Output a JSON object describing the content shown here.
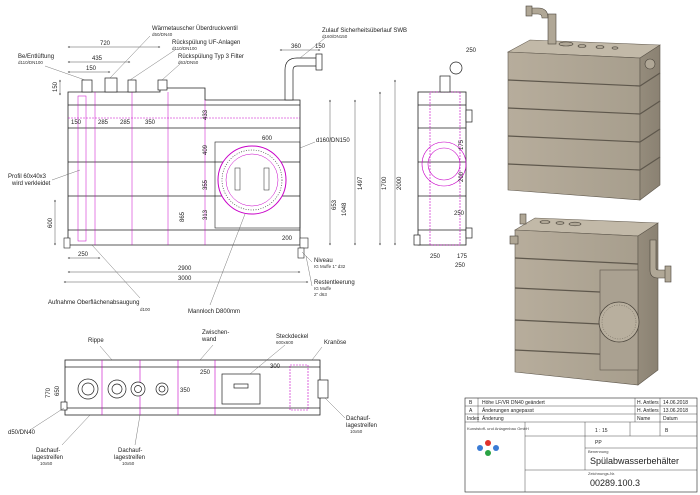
{
  "labels": {
    "waermetauscher": "Wärmetauscher Überdruckventil",
    "waermetauscher_spec": "d50/DN40",
    "rueckspuelung_uf": "Rückspülung UF-Anlagen",
    "rueckspuelung_uf_spec": "d110/DN100",
    "rueckspuelung_typ3": "Rückspülung Typ 3 Filter",
    "rueckspuelung_typ3_spec": "d63/DN50",
    "zulauf": "Zulauf Sicherheitsüberlauf SWB",
    "zulauf_spec": "d160/DN150",
    "beentlueftung": "Be/Entlüftung",
    "beentlueftung_spec": "d110/DN100",
    "profil": "Profil 60x40x3",
    "profil_2": "wird verkleidet",
    "d160": "d160/DN150",
    "niveau": "Niveau",
    "niveau_spec": "IG Muffe 1\" d32",
    "restentleerung": "Restentleerung",
    "restentleerung_spec1": "IG Muffe",
    "restentleerung_spec2": "2\" d63",
    "aufnahme": "Aufnahme Oberflächenabsaugung",
    "aufnahme_spec": "d100",
    "mannloch": "Mannloch D800mm",
    "rippe": "Rippe",
    "zwischenwand": "Zwischen-",
    "zwischenwand_2": "wand",
    "steckdeckel": "Steckdeckel",
    "steckdeckel_spec": "600x600",
    "kranoese": "Kranöse",
    "dachauf_r": "Dachauf-",
    "dachauf_r2": "lagestreifen",
    "dachauf_r_spec": "10x50",
    "d50": "d50/DN40",
    "dachauf_l": "Dachauf-",
    "dachauf_l2": "lagestreifen",
    "dachauf_l_spec": "10x50",
    "dachauf_m": "Dachauf-",
    "dachauf_m2": "lagestreifen",
    "dachauf_m_spec": "10x50"
  },
  "dims": {
    "top": [
      "720",
      "435",
      "150",
      "150",
      "360",
      "150"
    ],
    "inner": [
      "150",
      "285",
      "285",
      "350"
    ],
    "left_vert": [
      "150",
      "600"
    ],
    "front_vert": [
      "433",
      "409",
      "355",
      "313",
      "865"
    ],
    "right_vert": [
      "1497",
      "1700",
      "2000",
      "1048",
      "653",
      "250",
      "200"
    ],
    "bottom": [
      "250",
      "2900",
      "3000"
    ],
    "manhole": [
      "600",
      "200"
    ],
    "side_view": [
      "250",
      "175",
      "200",
      "250",
      "250",
      "175",
      "250"
    ],
    "plan": [
      "770",
      "650",
      "250",
      "350",
      "300"
    ]
  },
  "title_block": {
    "rev_b_text": "Höhe LF/VR DN40 geändert",
    "rev_b_name": "H. Antlers",
    "rev_b_date": "14.06.2018",
    "rev_a_text": "Änderungen angepasst",
    "rev_a_name": "H. Antlers",
    "rev_a_date": "13.06.2018",
    "col_index": "Index",
    "col_change": "Änderung",
    "col_name": "Name",
    "col_date": "Datum",
    "rev_b": "B",
    "rev_a": "A",
    "scale": "1 : 15",
    "sheet_rev": "B",
    "material": "PP",
    "company": "Kunststoff- und Anlagenbau GmbH",
    "designation": "Spülabwasserbehälter",
    "drawing_no": "00289.100.3",
    "drawing_no_label": "Zeichnungs-Nr.",
    "designation_label": "Benennung"
  }
}
